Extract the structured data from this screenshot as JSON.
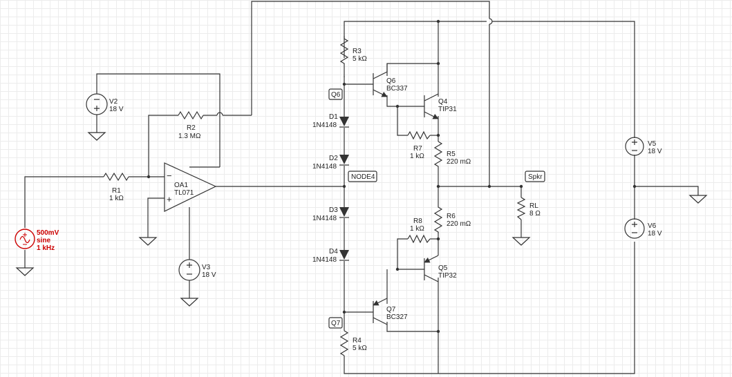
{
  "components": {
    "r1": {
      "name": "R1",
      "value": "1 kΩ"
    },
    "r2": {
      "name": "R2",
      "value": "1.3 MΩ"
    },
    "r3": {
      "name": "R3",
      "value": "5 kΩ"
    },
    "r4": {
      "name": "R4",
      "value": "5 kΩ"
    },
    "r5": {
      "name": "R5",
      "value": "220 mΩ"
    },
    "r6": {
      "name": "R6",
      "value": "220 mΩ"
    },
    "r7": {
      "name": "R7",
      "value": "1 kΩ"
    },
    "r8": {
      "name": "R8",
      "value": "1 kΩ"
    },
    "rl": {
      "name": "RL",
      "value": "8 Ω"
    },
    "v2": {
      "name": "V2",
      "value": "18 V"
    },
    "v3": {
      "name": "V3",
      "value": "18 V"
    },
    "v5": {
      "name": "V5",
      "value": "18 V"
    },
    "v6": {
      "name": "V6",
      "value": "18 V"
    },
    "oa1": {
      "name": "OA1",
      "model": "TL071"
    },
    "q4": {
      "name": "Q4",
      "model": "TIP31"
    },
    "q5": {
      "name": "Q5",
      "model": "TIP32"
    },
    "q6": {
      "name": "Q6",
      "model": "BC337"
    },
    "q7": {
      "name": "Q7",
      "model": "BC327"
    },
    "d1": {
      "name": "D1",
      "model": "1N4148"
    },
    "d2": {
      "name": "D2",
      "model": "1N4148"
    },
    "d3": {
      "name": "D3",
      "model": "1N4148"
    },
    "d4": {
      "name": "D4",
      "model": "1N4148"
    }
  },
  "source": {
    "amplitude": "500mV",
    "shape": "sine",
    "freq": "1 kHz",
    "color": "#cc0000"
  },
  "nets": {
    "q6": "Q6",
    "q7": "Q7",
    "node4": "NODE4",
    "spkr": "Spkr"
  },
  "opamp_pins": {
    "minus": "−",
    "plus": "+"
  },
  "colors": {
    "wire": "#333333",
    "grid": "#ececec",
    "source": "#cc0000"
  }
}
